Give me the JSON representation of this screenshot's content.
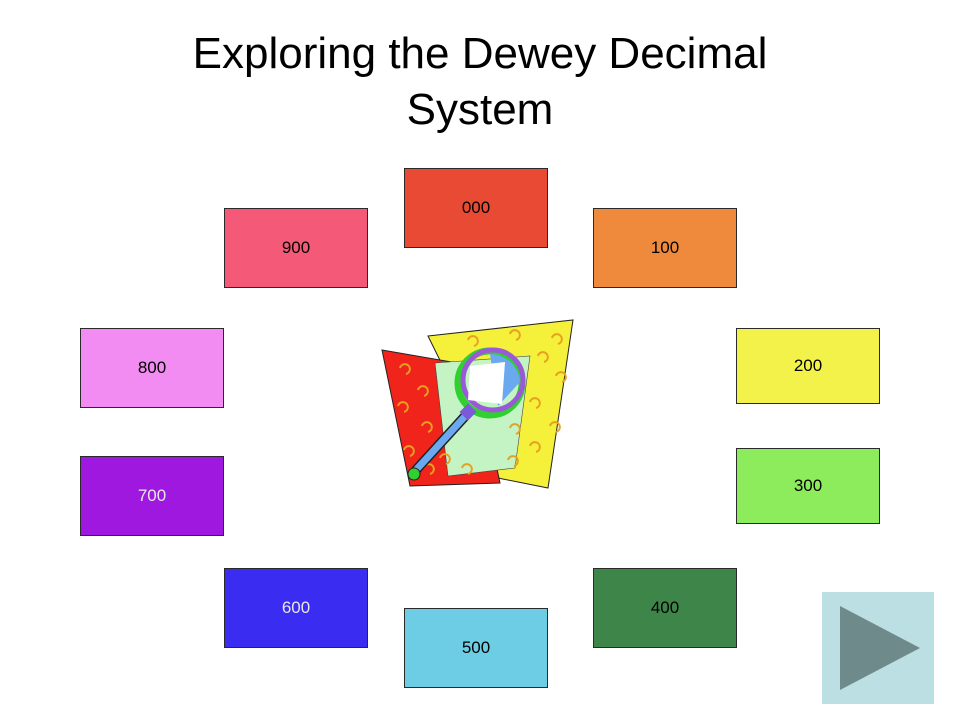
{
  "slide": {
    "title_line1": "Exploring the Dewey Decimal",
    "title_line2": "System"
  },
  "categories": [
    {
      "label": "000",
      "color": "#e84a33"
    },
    {
      "label": "100",
      "color": "#ef8a3c"
    },
    {
      "label": "200",
      "color": "#f2f24a"
    },
    {
      "label": "300",
      "color": "#8cec5c"
    },
    {
      "label": "400",
      "color": "#3e854a"
    },
    {
      "label": "500",
      "color": "#6ccde4"
    },
    {
      "label": "600",
      "color": "#3a2cf0"
    },
    {
      "label": "700",
      "color": "#9e18e0"
    },
    {
      "label": "800",
      "color": "#f28cf2"
    },
    {
      "label": "900",
      "color": "#f45a78"
    }
  ],
  "clipart": {
    "icon": "magnifying-glass-icon"
  },
  "navigation": {
    "next_icon": "play-arrow-icon",
    "next_bg": "#bcdfe3",
    "arrow_color": "#6e8a8a"
  }
}
